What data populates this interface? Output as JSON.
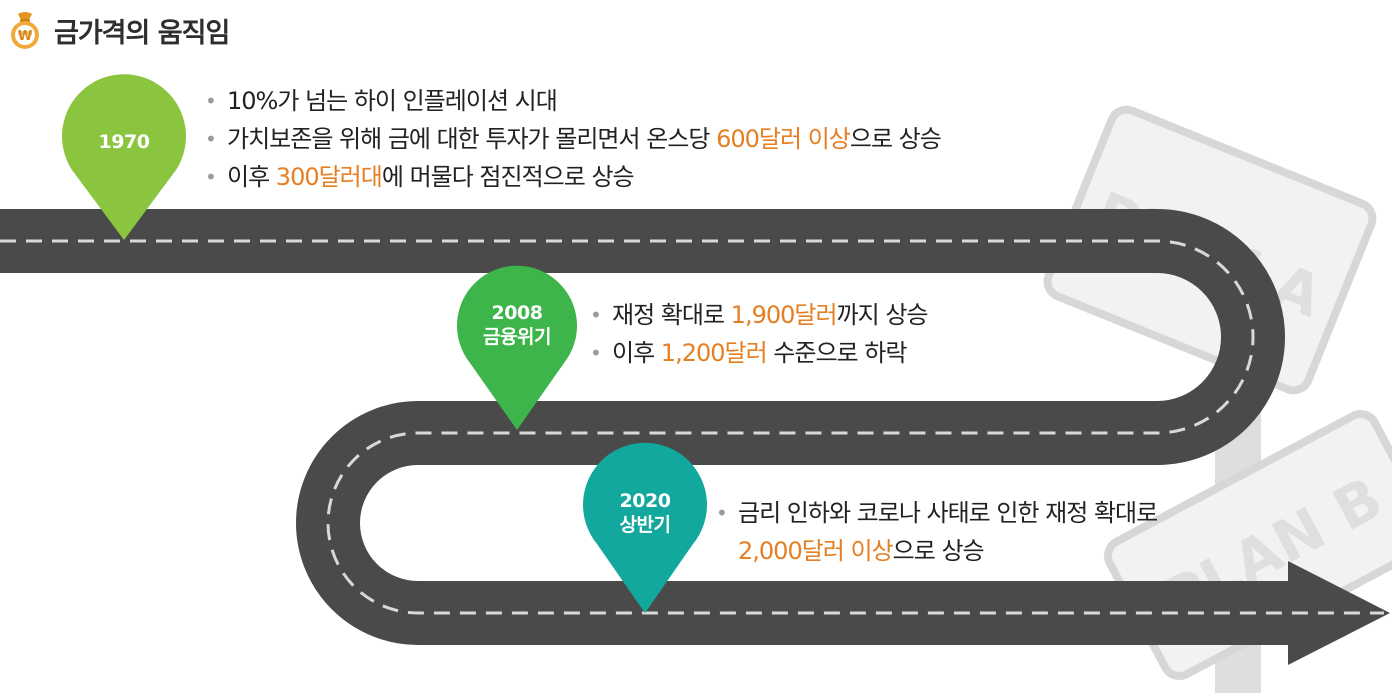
{
  "header": {
    "title": "금가격의 움직임",
    "icon": "won-money-bag-icon",
    "won_symbol": "₩"
  },
  "background": {
    "sign_top": "PLAN A",
    "sign_bottom": "PLAN B"
  },
  "milestones": [
    {
      "label_line1": "1970",
      "label_line2": "",
      "pin_color": "#8bc53f",
      "bullets": [
        {
          "before": "10%가 넘는 하이 인플레이션 시대",
          "highlight": "",
          "after": ""
        },
        {
          "before": "가치보존을 위해 금에 대한 투자가 몰리면서 온스당 ",
          "highlight": "600달러 이상",
          "after": "으로 상승"
        },
        {
          "before": "이후 ",
          "highlight": "300달러대",
          "after": "에 머물다 점진적으로 상승"
        }
      ]
    },
    {
      "label_line1": "2008",
      "label_line2": "금융위기",
      "pin_color": "#3db54a",
      "bullets": [
        {
          "before": "재정 확대로 ",
          "highlight": "1,900달러",
          "after": "까지 상승"
        },
        {
          "before": "이후 ",
          "highlight": "1,200달러",
          "after": " 수준으로 하락"
        }
      ]
    },
    {
      "label_line1": "2020",
      "label_line2": "상반기",
      "pin_color": "#12a89d",
      "bullets": [
        {
          "before": "금리 인하와 코로나 사태로 인한 재정 확대로",
          "highlight": "",
          "after": ""
        },
        {
          "before": "",
          "highlight": "2,000달러 이상",
          "after": "으로 상승"
        }
      ]
    }
  ],
  "colors": {
    "road": "#4a4a4a",
    "road_dash": "#d9d9d9",
    "highlight": "#e67e22",
    "text": "#222222",
    "coin": "#f2a93b"
  }
}
